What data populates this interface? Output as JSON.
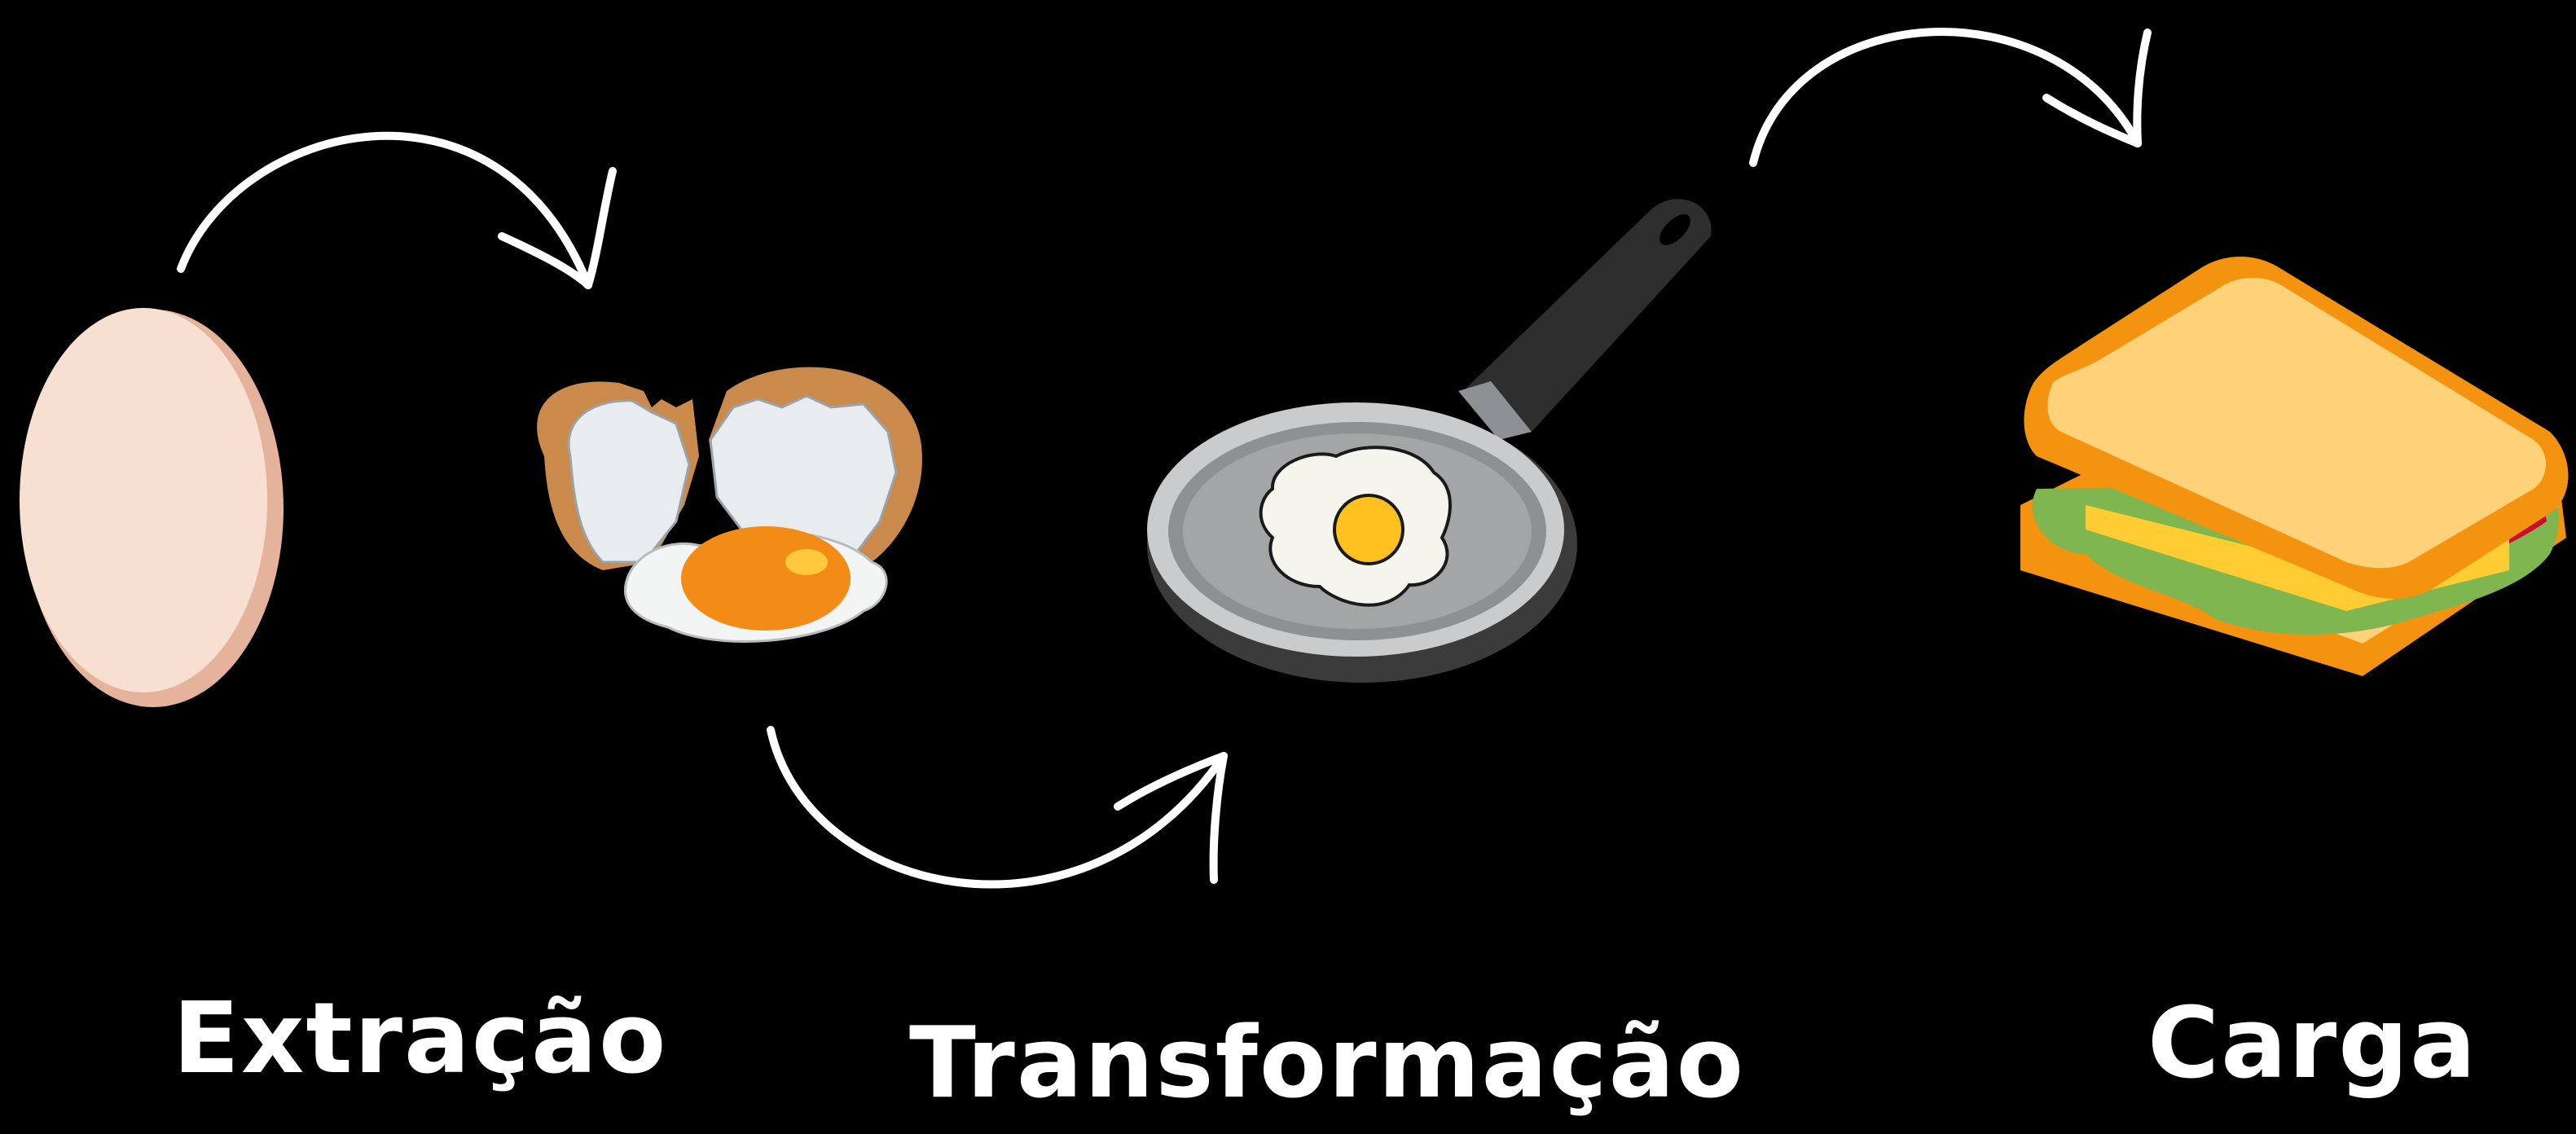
{
  "stages": [
    {
      "label": "Extração",
      "icon": "whole-egg-icon"
    },
    {
      "label": "Transformação",
      "icon": "frying-pan-egg-icon"
    },
    {
      "label": "Carga",
      "icon": "sandwich-icon"
    }
  ],
  "intermediate_icon": "cracked-egg-icon",
  "connectors": [
    "curved-arrow",
    "curved-arrow",
    "curved-arrow"
  ],
  "colors": {
    "background": "#000000",
    "text": "#ffffff",
    "arrow": "#ffffff",
    "egg_shell": "#f7dfd2",
    "egg_shadow": "#e5b39b",
    "yolk": "#ffc11f",
    "bread": "#ffd27a",
    "crust": "#f4930f"
  }
}
